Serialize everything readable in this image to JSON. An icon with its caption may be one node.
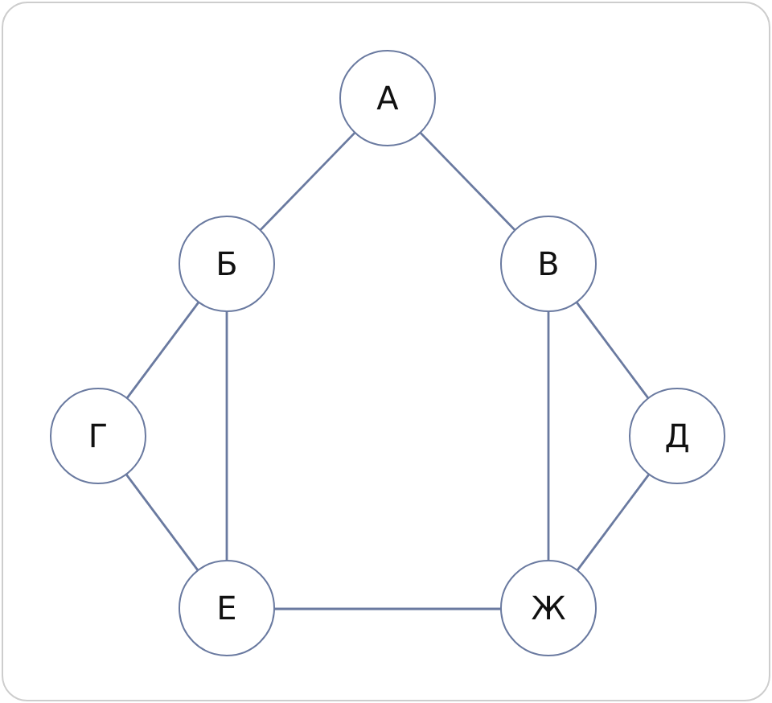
{
  "diagram": {
    "nodes": [
      {
        "text": [
          "А"
        ]
      },
      {
        "text": [
          "Б"
        ]
      },
      {
        "text": [
          "В"
        ]
      },
      {
        "text": [
          "Г"
        ]
      },
      {
        "text": [
          "Д"
        ]
      },
      {
        "text": [
          "Е"
        ]
      },
      {
        "text": [
          "Ж"
        ]
      }
    ],
    "edges": [
      {
        "from": 0,
        "to": 1,
        "arrow": "none"
      },
      {
        "from": 0,
        "to": 2,
        "arrow": "none"
      },
      {
        "from": 1,
        "to": 3,
        "arrow": "none"
      },
      {
        "from": 1,
        "to": 5,
        "arrow": "none"
      },
      {
        "from": 2,
        "to": 4,
        "arrow": "none"
      },
      {
        "from": 2,
        "to": 6,
        "arrow": "none"
      },
      {
        "from": 3,
        "to": 5,
        "arrow": "none"
      },
      {
        "from": 4,
        "to": 6,
        "arrow": "none"
      },
      {
        "from": 5,
        "to": 6,
        "arrow": "none"
      }
    ]
  }
}
